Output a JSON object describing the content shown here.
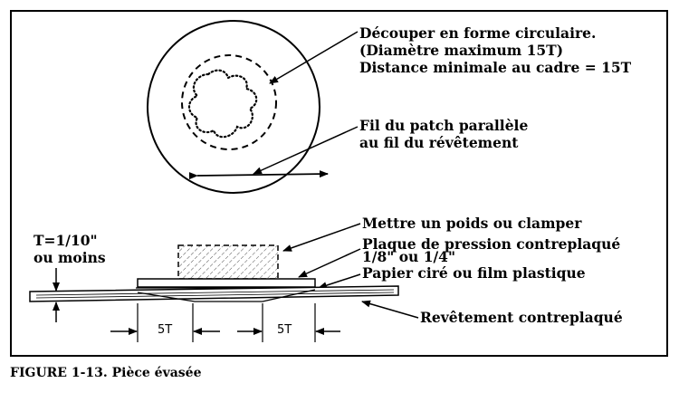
{
  "labels": {
    "cut_line1": "Découper en forme circulaire.",
    "cut_line2": "(Diamètre maximum 15T)",
    "cut_line3": "Distance minimale au cadre = 15T",
    "grain_line1": "Fil du patch parallèle",
    "grain_line2": "au fil du révêtement",
    "weight": "Mettre un poids ou clamper",
    "plate_line1": "Plaque de pression contreplaqué",
    "plate_line2": "1/8\" ou 1/4\"",
    "wax_paper": "Papier ciré ou film plastique",
    "skin": "Revêtement contreplaqué",
    "thickness_line1": "T=1/10\"",
    "thickness_line2": "ou moins",
    "dim_left": "5T",
    "dim_right": "5T"
  },
  "caption": "FIGURE 1-13. Pièce évasée"
}
